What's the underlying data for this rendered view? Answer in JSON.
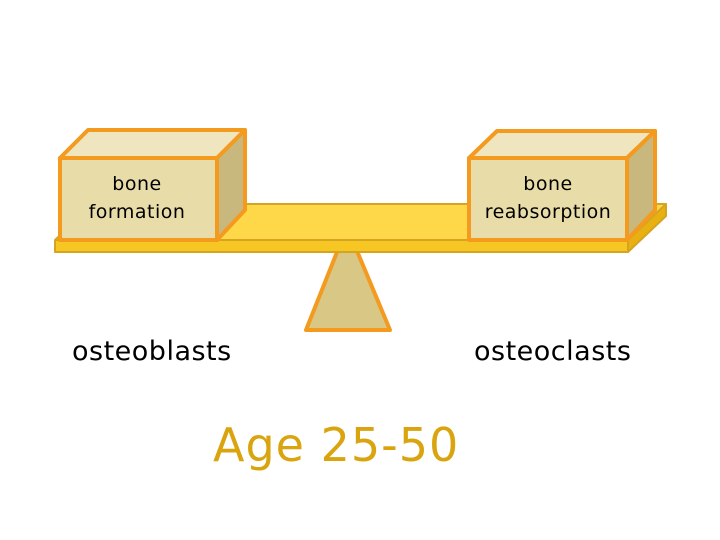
{
  "diagram": {
    "left_box_label": "bone formation",
    "right_box_label": "bone reabsorption",
    "left_caption": "osteoblasts",
    "right_caption": "osteoclasts",
    "age_label": "Age 25-50"
  },
  "colors": {
    "box_front": "#E8DCA8",
    "box_top": "#EFE6C0",
    "box_side": "#C8B87E",
    "box_outline": "#F39A1F",
    "beam_top": "#FFD84A",
    "beam_front": "#F6C623",
    "beam_side": "#E8B010",
    "beam_outline": "#D6A420",
    "fulcrum_fill": "#D9C785",
    "fulcrum_outline": "#F39A1F",
    "age_text": "#D9A40E"
  }
}
